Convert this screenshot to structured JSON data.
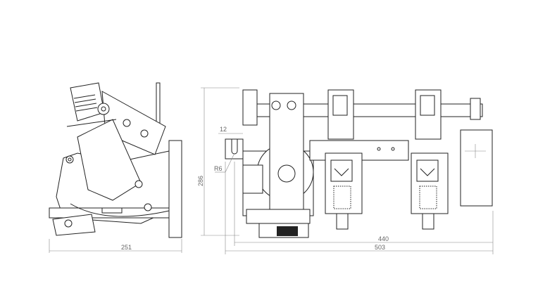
{
  "drawing": {
    "side_view": {
      "width_dimension": "251"
    },
    "front_view": {
      "height_dimension": "286",
      "slot_width_dimension": "12",
      "slot_radius_dimension": "R6",
      "inner_width_dimension": "440",
      "overall_width_dimension": "503"
    }
  }
}
